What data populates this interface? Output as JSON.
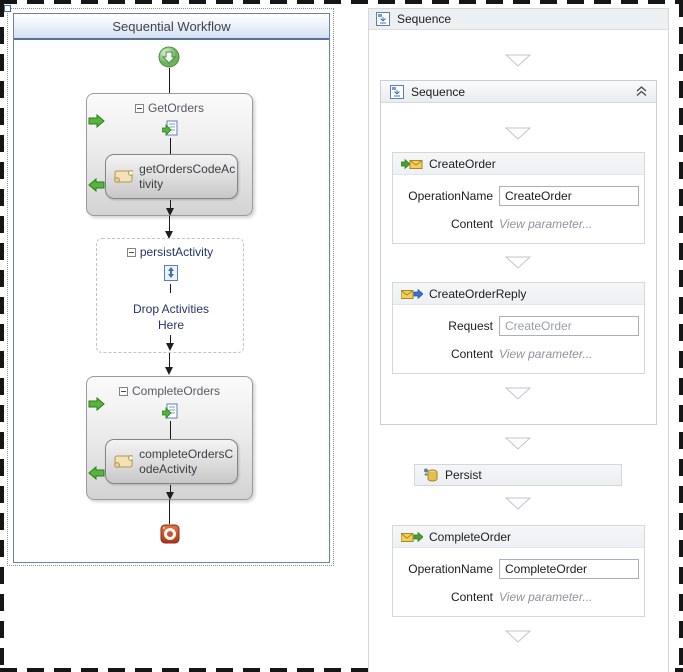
{
  "left_designer": {
    "title": "Sequential Workflow",
    "get_orders": {
      "title": "GetOrders",
      "child_label": "getOrdersCodeActivity"
    },
    "persist_activity": {
      "title": "persistActivity",
      "drop_hint": "Drop Activities Here"
    },
    "complete_orders": {
      "title": "CompleteOrders",
      "child_label": "completeOrdersCodeActivity"
    }
  },
  "right_designer": {
    "root": {
      "title": "Sequence"
    },
    "sequence": {
      "title": "Sequence"
    },
    "create_order": {
      "title": "CreateOrder",
      "operation_label": "OperationName",
      "operation_value": "CreateOrder",
      "content_label": "Content",
      "content_value": "View parameter..."
    },
    "create_order_reply": {
      "title": "CreateOrderReply",
      "request_label": "Request",
      "request_value": "CreateOrder",
      "content_label": "Content",
      "content_value": "View parameter..."
    },
    "persist": {
      "title": "Persist"
    },
    "complete_order": {
      "title": "CompleteOrder",
      "operation_label": "OperationName",
      "operation_value": "CompleteOrder",
      "content_label": "Content",
      "content_value": "View parameter..."
    }
  },
  "colors": {
    "start_green": "#5fae52",
    "end_red": "#bf4020",
    "nav_arrow_green": "#55b53c"
  }
}
